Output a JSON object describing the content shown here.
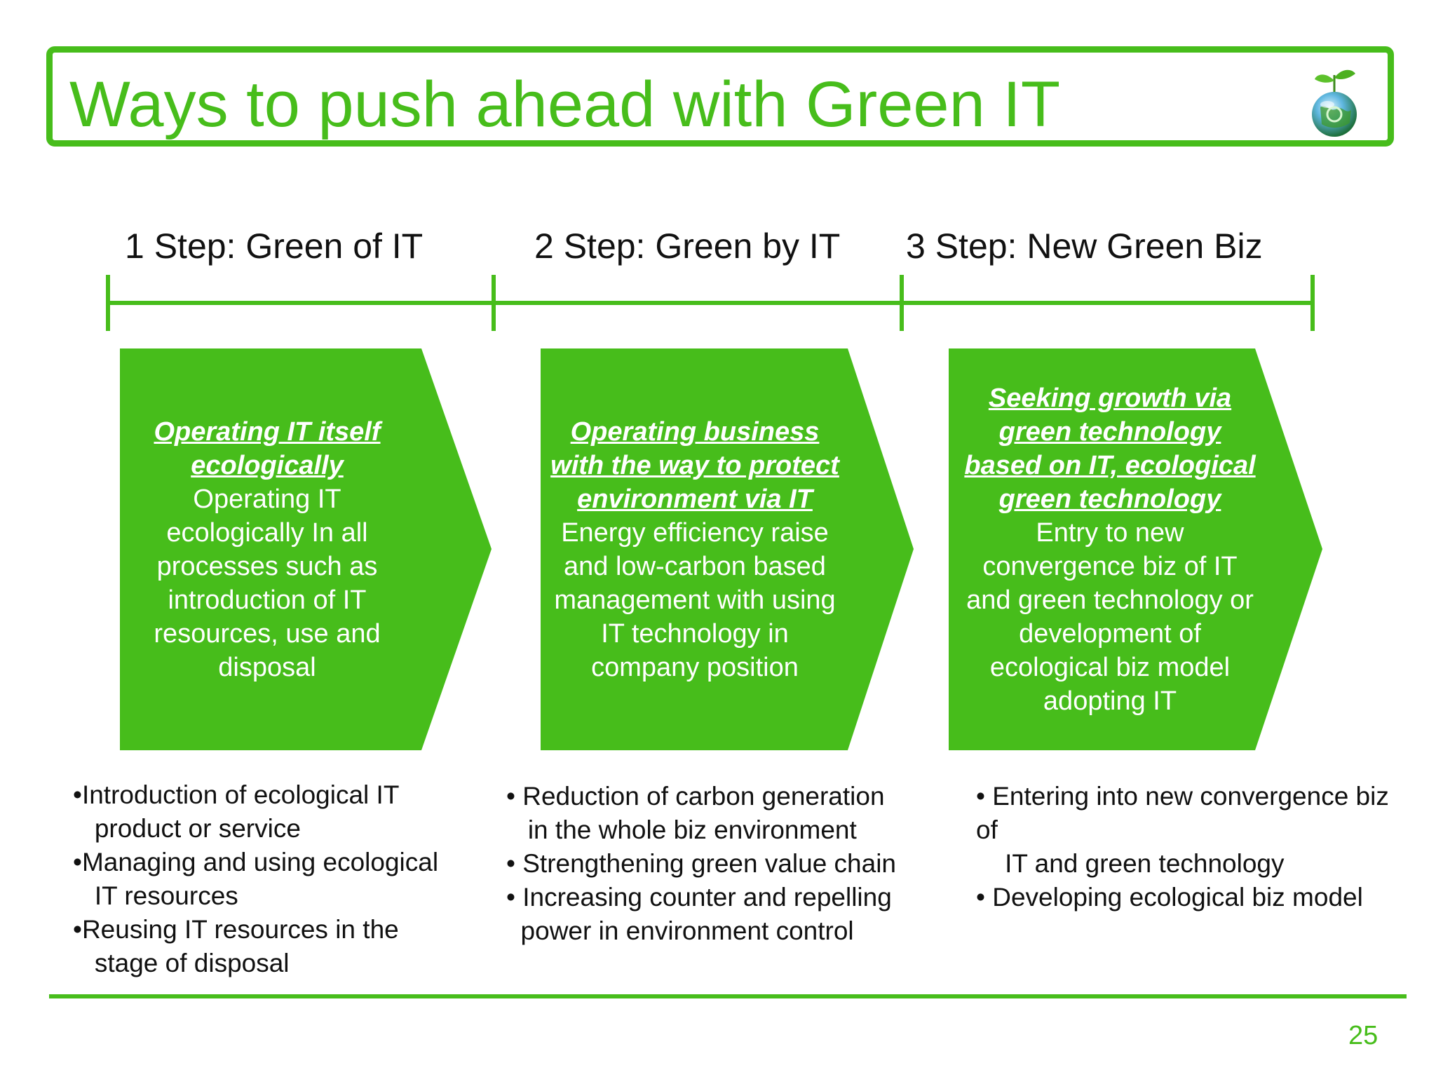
{
  "slide": {
    "title": "Ways to push  ahead with Green IT",
    "page_number": "25",
    "accent_color": "#47bd1b",
    "icon": "globe-plant-icon"
  },
  "steps": [
    {
      "label": "1 Step: Green of IT",
      "heading": [
        "Operating IT  itself",
        "ecologically"
      ],
      "body": [
        "Operating IT",
        "ecologically In all",
        "processes such as",
        "introduction of IT",
        "resources, use and",
        "disposal"
      ],
      "bullets": [
        "•Introduction of ecological IT",
        "   product or service",
        "•Managing and using ecological",
        "   IT resources",
        "•Reusing IT resources in the",
        "   stage of disposal"
      ]
    },
    {
      "label": "2 Step: Green by IT",
      "heading": [
        "Operating business",
        "with the way to protect",
        "environment  via IT"
      ],
      "body": [
        "Energy efficiency raise",
        "and low-carbon based",
        "management with using",
        "IT technology in",
        "company position"
      ],
      "bullets": [
        "• Reduction of carbon generation",
        "   in the whole biz environment",
        "• Strengthening green value chain",
        "• Increasing counter and repelling",
        "  power in environment control"
      ]
    },
    {
      "label": "3 Step: New Green Biz",
      "heading": [
        "Seeking growth via",
        "green technology",
        "based on IT, ecological",
        "green technology"
      ],
      "body": [
        "Entry to new",
        "convergence biz of IT",
        "and green technology or",
        "development of",
        "ecological biz model",
        "adopting IT"
      ],
      "bullets": [
        "• Entering into new convergence biz",
        "of",
        "    IT and green technology",
        "• Developing ecological biz model"
      ]
    }
  ]
}
